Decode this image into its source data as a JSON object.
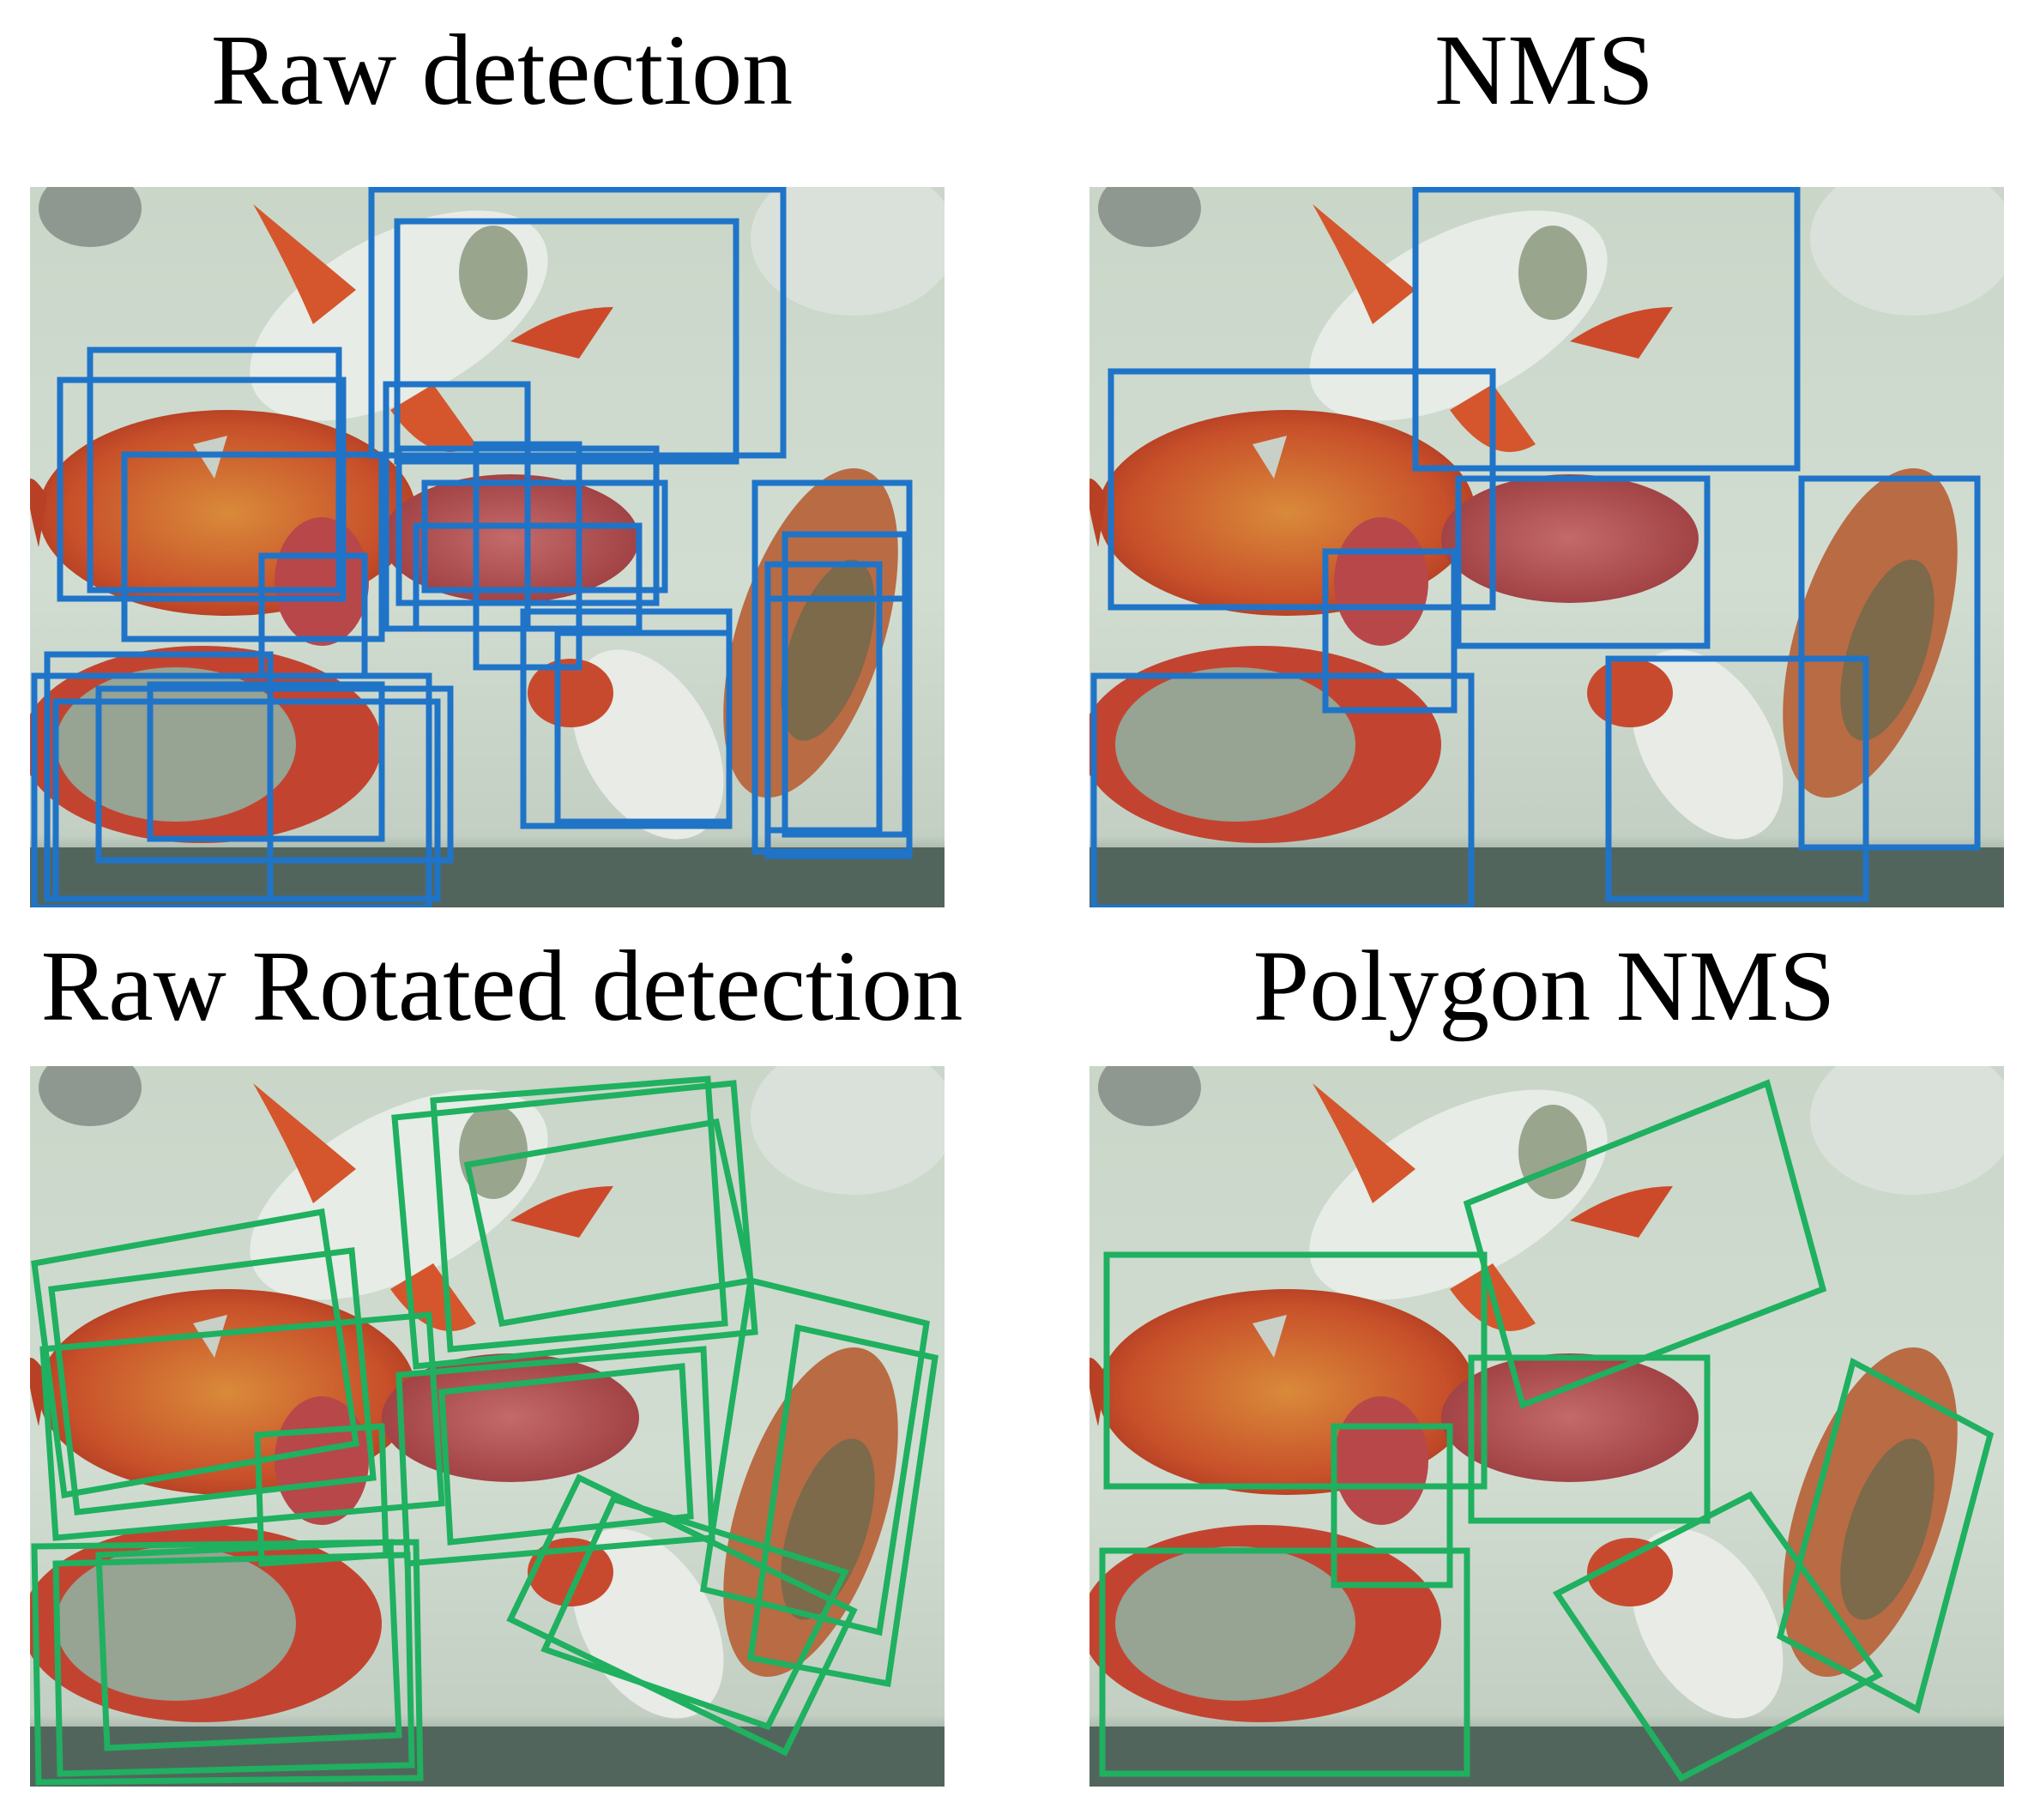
{
  "panels": [
    {
      "title": "Raw detection",
      "box_color": "#1f74c8"
    },
    {
      "title": "NMS",
      "box_color": "#1f74c8"
    },
    {
      "title": "Raw Rotated detection",
      "box_color": "#1fb060"
    },
    {
      "title": "Polygon NMS",
      "box_color": "#1fb060"
    }
  ]
}
